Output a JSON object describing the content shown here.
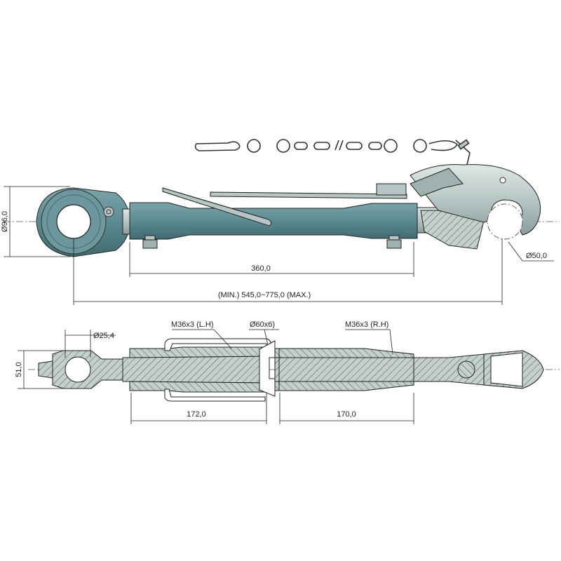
{
  "top_view": {
    "dim_eye_diameter": "Ø96,0",
    "dim_tube_length": "360,0",
    "dim_total_length": "(MIN.) 545,0~775,0 (MAX.)",
    "dim_hook_diameter": "Ø50,0"
  },
  "section_view": {
    "dim_ball_diameter": "Ø25,4",
    "dim_ball_width": "51,0",
    "thread_left": "M36x3 (L.H)",
    "thread_tube": "Ø60x6)",
    "thread_right": "M36x3 (R.H)",
    "dim_left_thread_length": "172,0",
    "dim_right_thread_length": "170,0"
  },
  "colors": {
    "tube_blue": "#5f8e94",
    "steel_grey": "#b7c6c4",
    "outline": "#222222"
  }
}
